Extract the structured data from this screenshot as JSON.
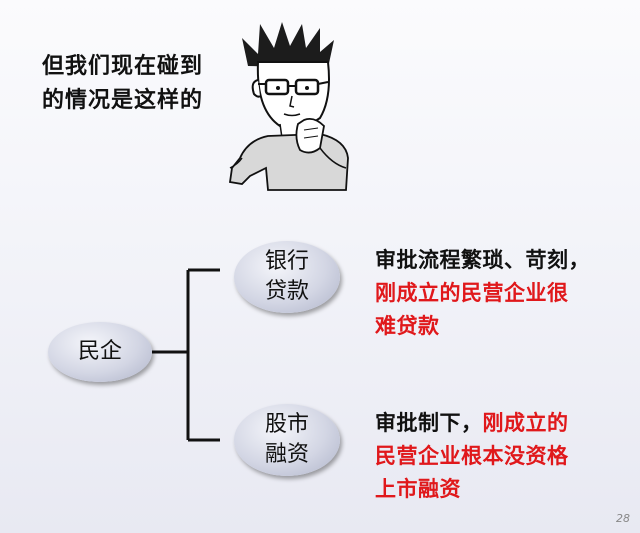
{
  "intro": {
    "line1": "但我们现在碰到",
    "line2": "的情况是这样的"
  },
  "tree": {
    "root": "民企",
    "bank": {
      "line1": "银行",
      "line2": "贷款"
    },
    "stock": {
      "line1": "股市",
      "line2": "融资"
    }
  },
  "bank_desc": {
    "line1": "审批流程繁琐、苛刻，",
    "line2": "刚成立的民营企业很",
    "line3": "难贷款"
  },
  "stock_desc": {
    "line1_black": "审批制下，",
    "line1_red": "刚成立的",
    "line2": "民营企业根本没资格",
    "line3": "上市融资"
  },
  "page_number": "28",
  "colors": {
    "highlight": "#e0181b",
    "ellipse": "#c9cde0"
  }
}
